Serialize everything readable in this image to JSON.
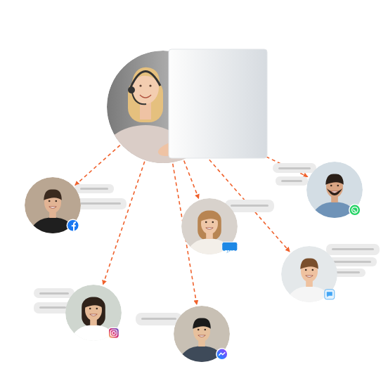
{
  "diagram": {
    "nodes": [
      {
        "text": []
      },
      {
        "text": []
      },
      {
        "text": []
      },
      {
        "text": [
          "SMS"
        ]
      },
      {
        "text": []
      },
      {
        "text": []
      },
      {
        "text": []
      }
    ],
    "edges": [
      {
        "from": 0,
        "to": 1,
        "arrow": "to"
      },
      {
        "from": 0,
        "to": 2,
        "arrow": "to"
      },
      {
        "from": 0,
        "to": 3,
        "arrow": "to"
      },
      {
        "from": 0,
        "to": 4,
        "arrow": "to"
      },
      {
        "from": 0,
        "to": 5,
        "arrow": "to"
      },
      {
        "from": 0,
        "to": 6,
        "arrow": "to"
      }
    ]
  }
}
